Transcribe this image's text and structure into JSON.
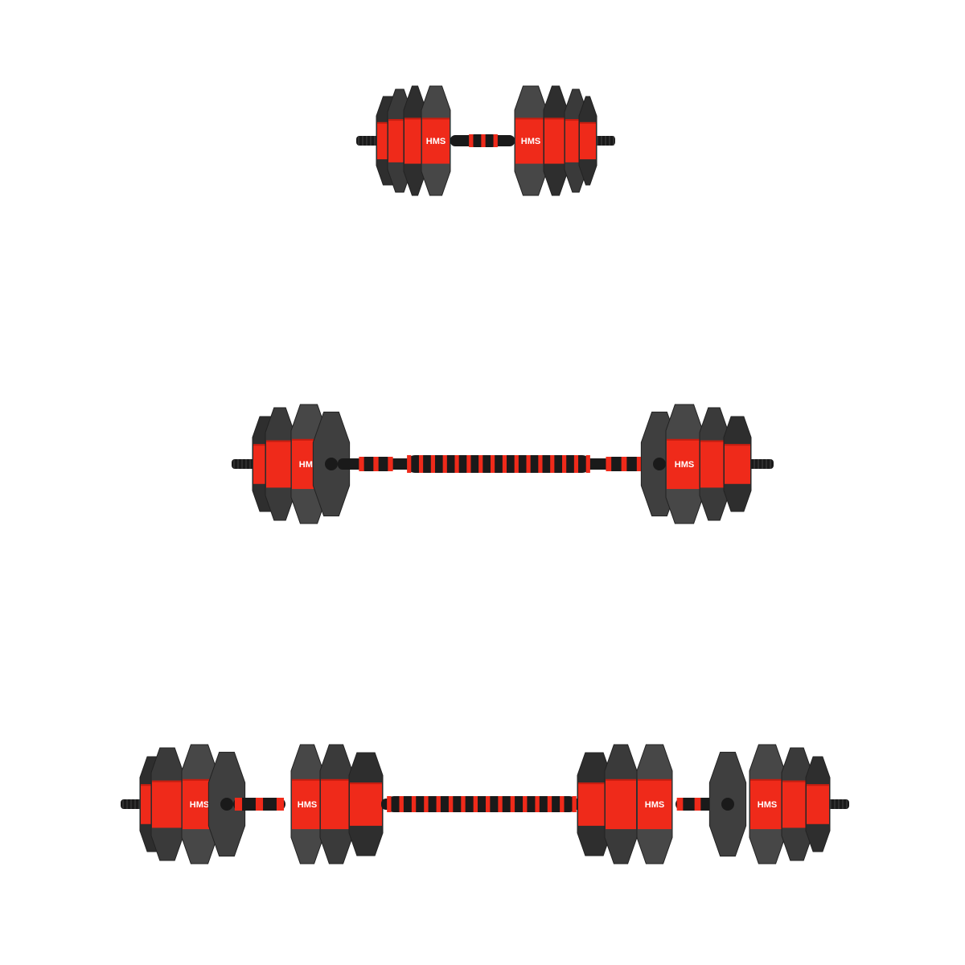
{
  "brand": {
    "logo_text": "HMS"
  },
  "colors": {
    "background": "#ffffff",
    "plate_dark": "#2e2e2e",
    "plate_mid": "#3a3a3a",
    "plate_light": "#474747",
    "red": "#ef2a1a",
    "red_dark": "#c41d10",
    "bar_black": "#1a1a1a",
    "logo": "#ffffff"
  },
  "configurations": [
    {
      "name": "dumbbell"
    },
    {
      "name": "barbell"
    },
    {
      "name": "dumbbell-pair-with-connector"
    }
  ]
}
